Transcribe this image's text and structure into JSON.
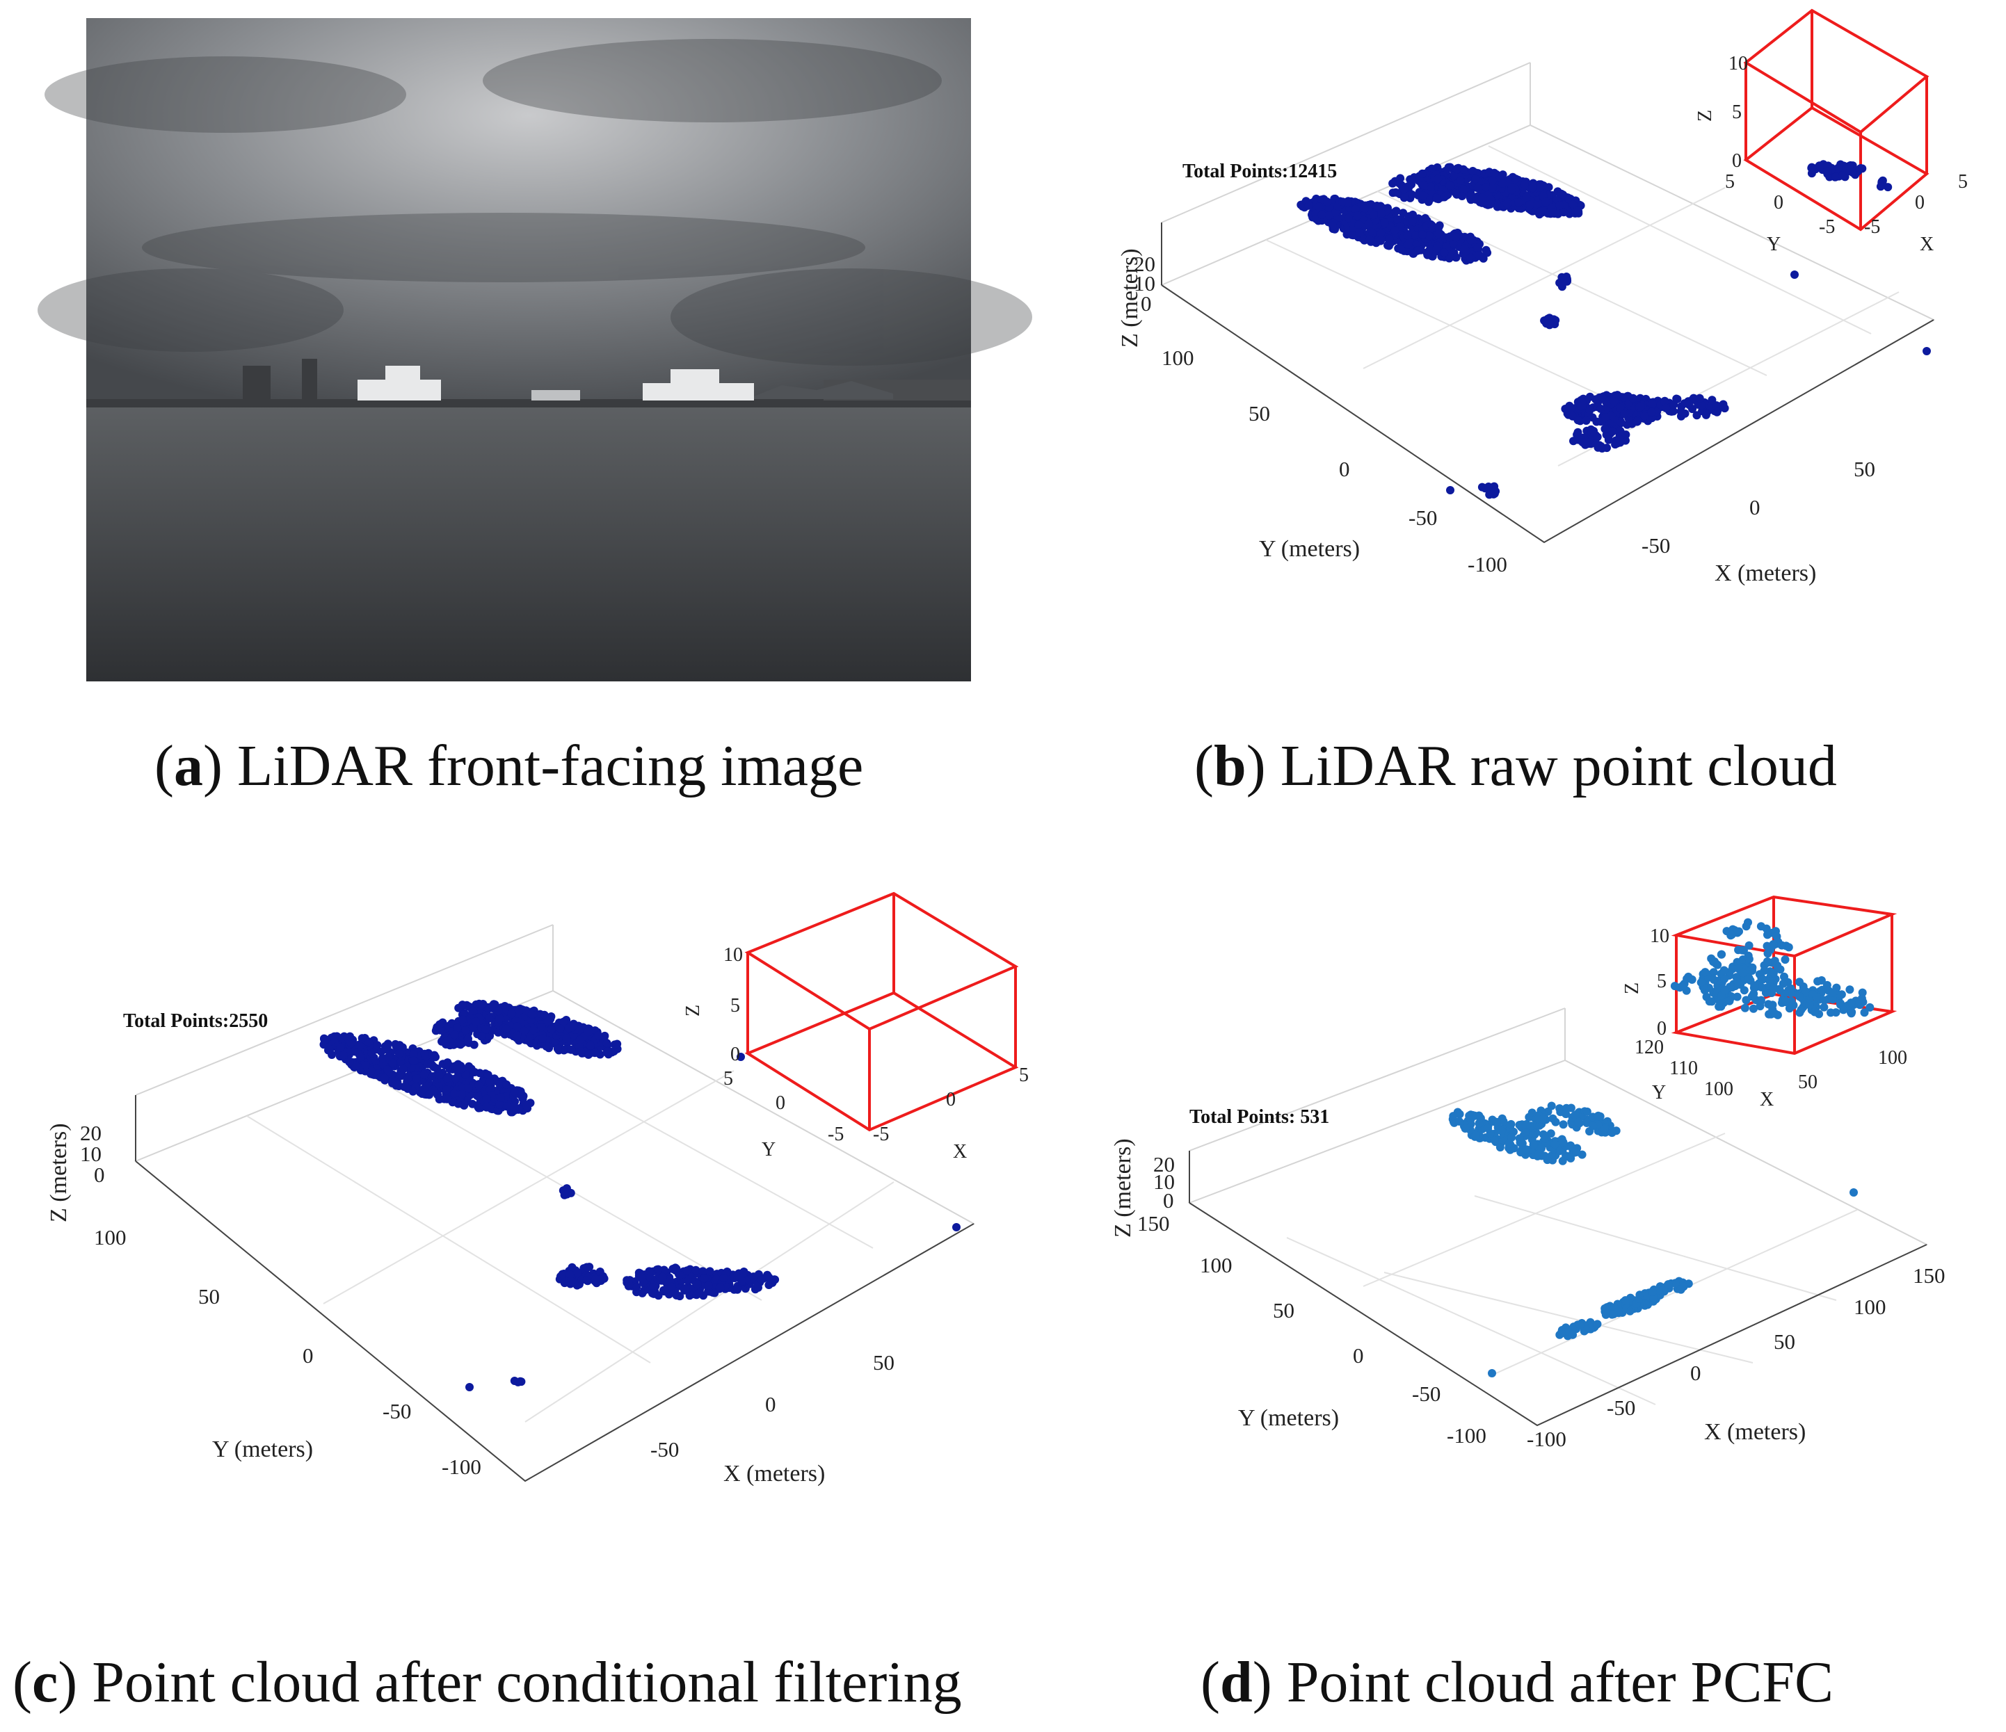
{
  "captions": {
    "a": {
      "letter": "a",
      "text": "LiDAR front-facing image"
    },
    "b": {
      "letter": "b",
      "text": "LiDAR raw point cloud"
    },
    "c": {
      "letter": "c",
      "text": "Point cloud after conditional filtering"
    },
    "d": {
      "letter": "d",
      "text": "Point cloud after PCFC"
    }
  },
  "colors": {
    "raw_points": "#0d1a9e",
    "filtered_points": "#0d1a9e",
    "pcfc_points": "#1f77c4",
    "inset_box": "#ee1c1c",
    "grid": "#d4d4d4"
  },
  "chart_data": [
    {
      "panel": "b",
      "type": "scatter",
      "annotation": "Total Points:12415",
      "xlabel": "X (meters)",
      "ylabel": "Y (meters)",
      "zlabel": "Z (meters)",
      "x_ticks": [
        "-50",
        "0",
        "50"
      ],
      "y_ticks": [
        "100",
        "50",
        "0",
        "-50",
        "-100"
      ],
      "z_ticks": [
        "20",
        "10",
        "0"
      ],
      "inset": {
        "type": "scatter",
        "xlabel": "X",
        "ylabel": "Y",
        "zlabel": "Z",
        "x_ticks": [
          "-5",
          "0",
          "5"
        ],
        "y_ticks": [
          "5",
          "0",
          "-5"
        ],
        "z_ticks": [
          "10",
          "5",
          "0"
        ]
      }
    },
    {
      "panel": "c",
      "type": "scatter",
      "annotation": "Total Points:2550",
      "xlabel": "X (meters)",
      "ylabel": "Y (meters)",
      "zlabel": "Z (meters)",
      "x_ticks": [
        "-50",
        "0",
        "50"
      ],
      "y_ticks": [
        "100",
        "50",
        "0",
        "-50",
        "-100"
      ],
      "z_ticks": [
        "20",
        "10",
        "0"
      ],
      "inset": {
        "type": "scatter",
        "xlabel": "X",
        "ylabel": "Y",
        "zlabel": "Z",
        "x_ticks": [
          "-5",
          "0",
          "5"
        ],
        "y_ticks": [
          "5",
          "0",
          "-5"
        ],
        "z_ticks": [
          "10",
          "5",
          "0"
        ]
      }
    },
    {
      "panel": "d",
      "type": "scatter",
      "annotation": "Total Points: 531",
      "xlabel": "X (meters)",
      "ylabel": "Y (meters)",
      "zlabel": "Z (meters)",
      "x_ticks": [
        "-100",
        "-50",
        "0",
        "50",
        "100",
        "150"
      ],
      "y_ticks": [
        "150",
        "100",
        "50",
        "0",
        "-50",
        "-100"
      ],
      "z_ticks": [
        "20",
        "10",
        "0"
      ],
      "inset": {
        "type": "scatter",
        "xlabel": "X",
        "ylabel": "Y",
        "zlabel": "Z",
        "x_ticks": [
          "50",
          "100"
        ],
        "y_ticks": [
          "120",
          "110",
          "100"
        ],
        "z_ticks": [
          "10",
          "5",
          "0"
        ]
      }
    }
  ]
}
